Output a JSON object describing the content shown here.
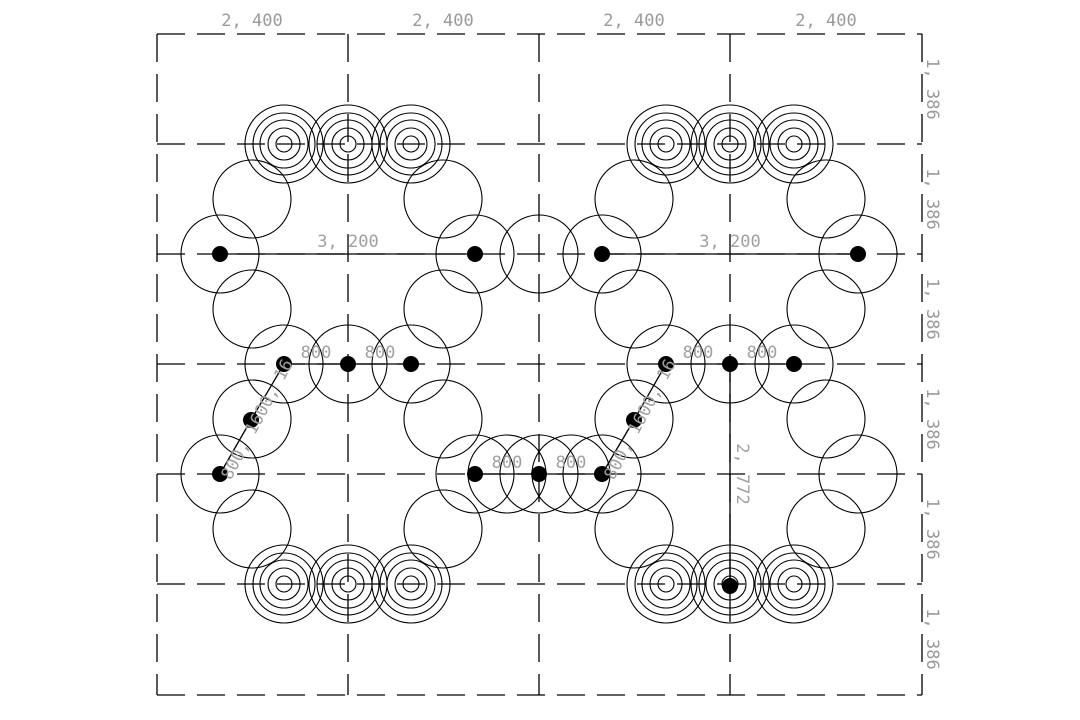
{
  "top_dimensions": [
    "2, 400",
    "2, 400",
    "2, 400",
    "2, 400"
  ],
  "right_dimensions": [
    "1, 386",
    "1, 386",
    "1, 386",
    "1, 386",
    "1, 386",
    "1, 386"
  ],
  "span_labels": {
    "left_span": "3, 200",
    "right_span": "3, 200"
  },
  "spacing_labels": {
    "left_mid_a": "800",
    "left_mid_b": "800",
    "right_mid_a": "800",
    "right_mid_b": "800",
    "center_low_a": "800",
    "center_low_b": "800"
  },
  "diagonal_labels": {
    "left_diag": "800, 1600, 16",
    "right_diag": "800, 1600, 16"
  },
  "vertical_label": "2, 772",
  "colors": {
    "line": "#000000",
    "dim": "#9a9a9a"
  }
}
